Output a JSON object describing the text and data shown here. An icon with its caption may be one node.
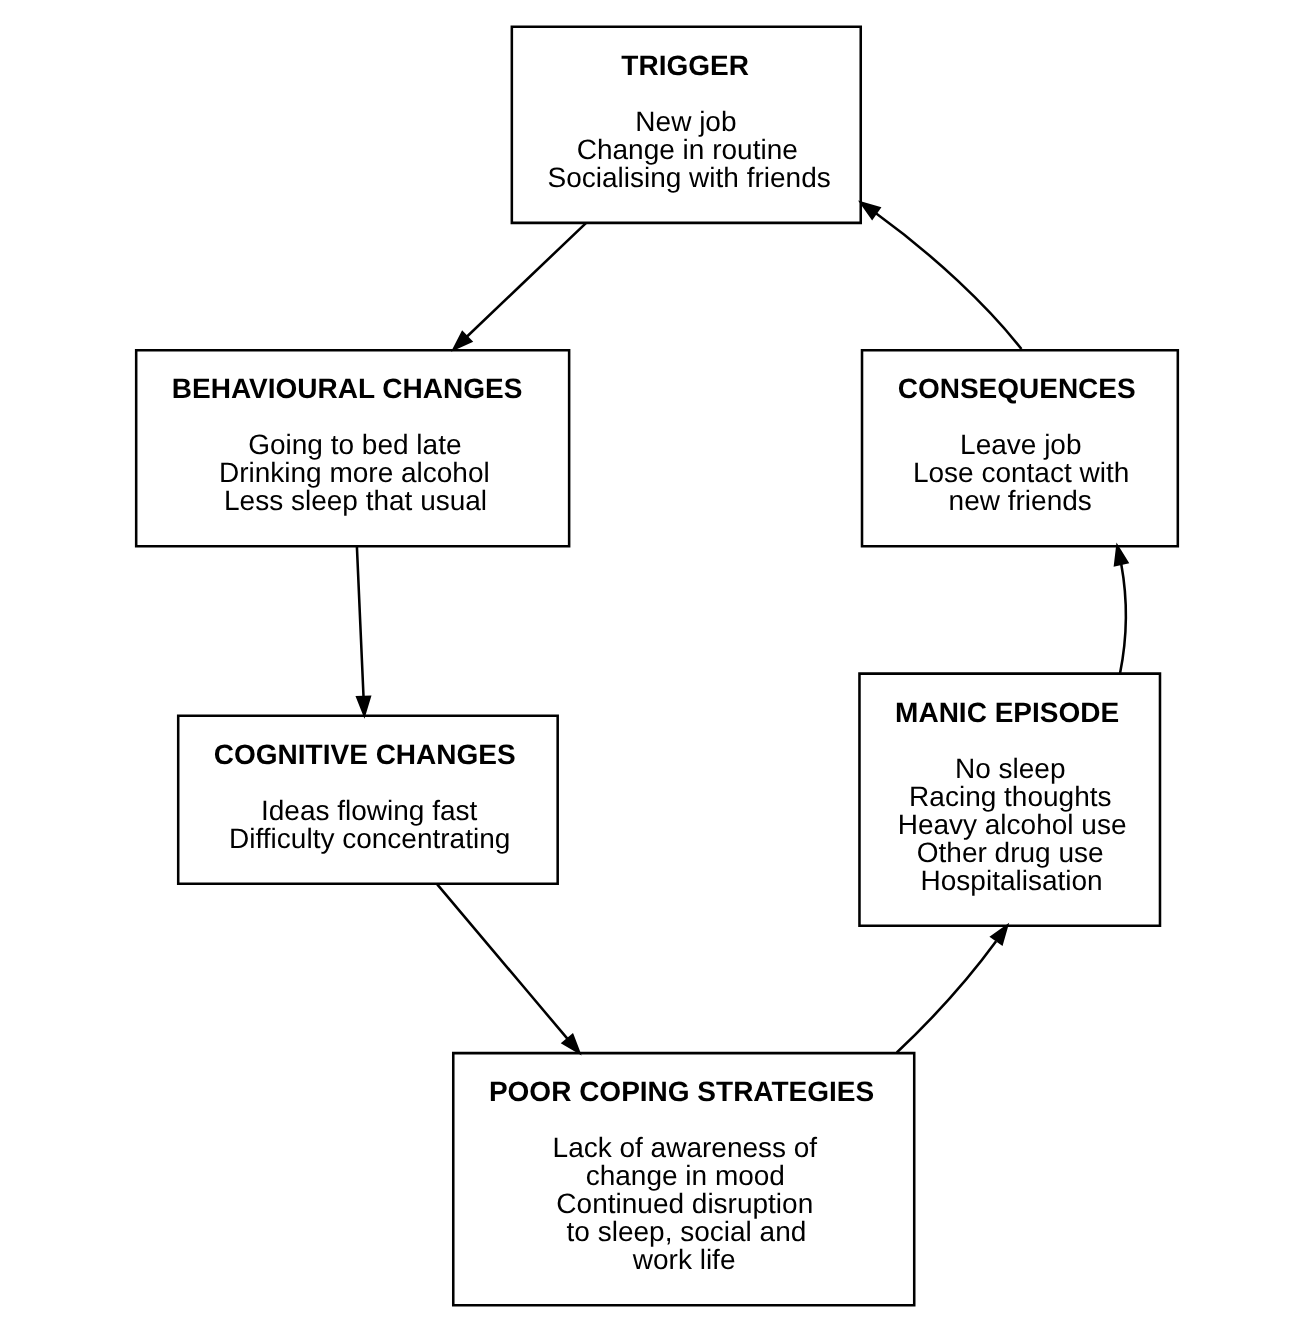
{
  "diagram": {
    "nodes": [
      {
        "text": [
          "TRIGGER",
          "New job",
          "Change in routine",
          "Socialising with friends"
        ]
      },
      {
        "text": [
          "BEHAVIOURAL CHANGES",
          "Going to bed late",
          "Drinking more alcohol",
          "Less sleep that usual"
        ]
      },
      {
        "text": [
          "COGNITIVE CHANGES",
          "Ideas flowing fast",
          "Difficulty concentrating"
        ]
      },
      {
        "text": [
          "POOR COPING STRATEGIES",
          "Lack of awareness of change in mood",
          "Continued disruption to sleep, social and work life"
        ]
      },
      {
        "text": [
          "MANIC EPISODE",
          "No sleep",
          "Racing thoughts",
          "Heavy alcohol use",
          "Other drug use",
          "Hospitalisation"
        ]
      },
      {
        "text": [
          "CONSEQUENCES",
          "Leave job",
          "Lose contact with new friends"
        ]
      }
    ],
    "edges": [
      {
        "from": 0,
        "to": 1,
        "arrow": "to"
      },
      {
        "from": 1,
        "to": 2,
        "arrow": "to"
      },
      {
        "from": 2,
        "to": 3,
        "arrow": "to"
      },
      {
        "from": 3,
        "to": 4,
        "arrow": "to"
      },
      {
        "from": 4,
        "to": 5,
        "arrow": "to"
      },
      {
        "from": 5,
        "to": 0,
        "arrow": "to"
      }
    ]
  }
}
